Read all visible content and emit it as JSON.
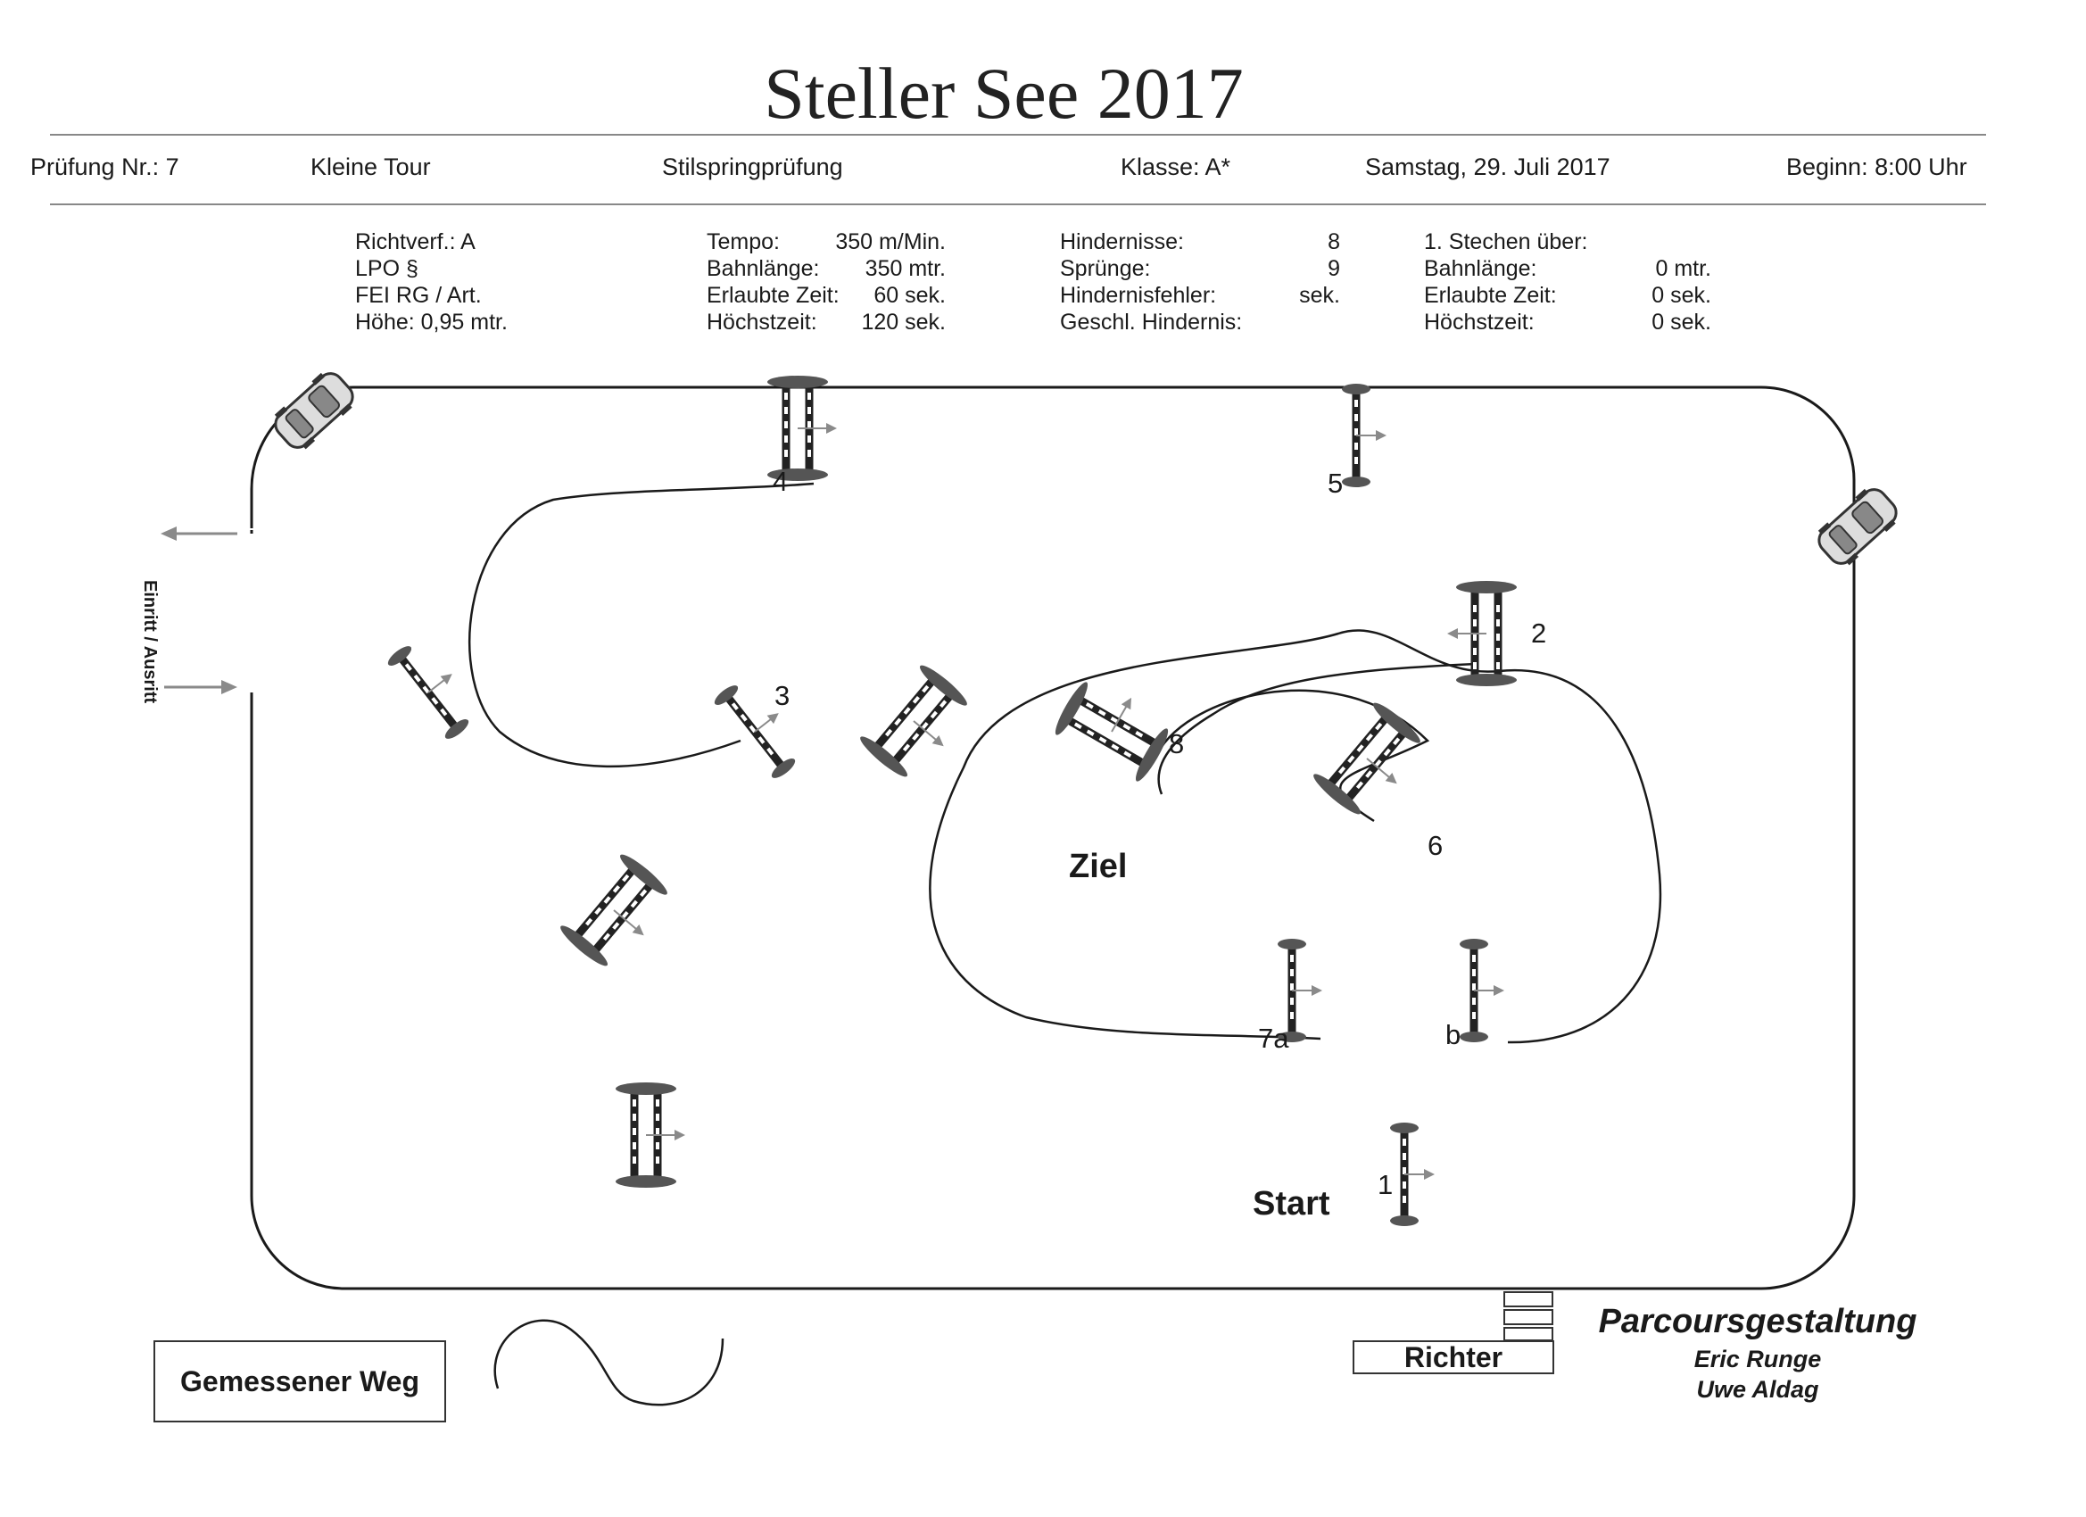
{
  "title": "Steller See 2017",
  "header": {
    "pruefung": "Prüfung Nr.: 7",
    "tour": "Kleine Tour",
    "art": "Stilspringprüfung",
    "klasse": "Klasse: A*",
    "datum": "Samstag, 29. Juli 2017",
    "beginn": "Beginn: 8:00 Uhr"
  },
  "info": {
    "rules": [
      "Richtverf.: A",
      "LPO §",
      "FEI RG / Art.",
      "Höhe: 0,95 mtr."
    ],
    "tempo": [
      {
        "k": "Tempo:",
        "v": "350 m/Min."
      },
      {
        "k": "Bahnlänge:",
        "v": "350 mtr."
      },
      {
        "k": "Erlaubte Zeit:",
        "v": "60 sek."
      },
      {
        "k": "Höchstzeit:",
        "v": "120 sek."
      }
    ],
    "hindernisse": [
      {
        "k": "Hindernisse:",
        "v": "8"
      },
      {
        "k": "Sprünge:",
        "v": "9"
      },
      {
        "k": "Hindernisfehler:",
        "v": "sek."
      },
      {
        "k": "Geschl. Hindernis:",
        "v": ""
      }
    ],
    "stechen": [
      {
        "k": "1. Stechen über:",
        "v": ""
      },
      {
        "k": "Bahnlänge:",
        "v": "0 mtr."
      },
      {
        "k": "Erlaubte Zeit:",
        "v": "0 sek."
      },
      {
        "k": "Höchstzeit:",
        "v": "0 sek."
      }
    ]
  },
  "arena": {
    "entrance": "Einritt / Ausritt",
    "start": "Start",
    "finish": "Ziel",
    "fence_numbers": [
      "1",
      "2",
      "3",
      "4",
      "5",
      "6",
      "7a",
      "b",
      "8"
    ]
  },
  "legend": {
    "label": "Gemessener Weg"
  },
  "judge": "Richter",
  "credits": {
    "heading": "Parcoursgestaltung",
    "names": [
      "Eric Runge",
      "Uwe Aldag"
    ]
  },
  "colors": {
    "ink": "#1a1a1a",
    "fence_foot": "#555555",
    "arrow": "#8a8a8a"
  }
}
